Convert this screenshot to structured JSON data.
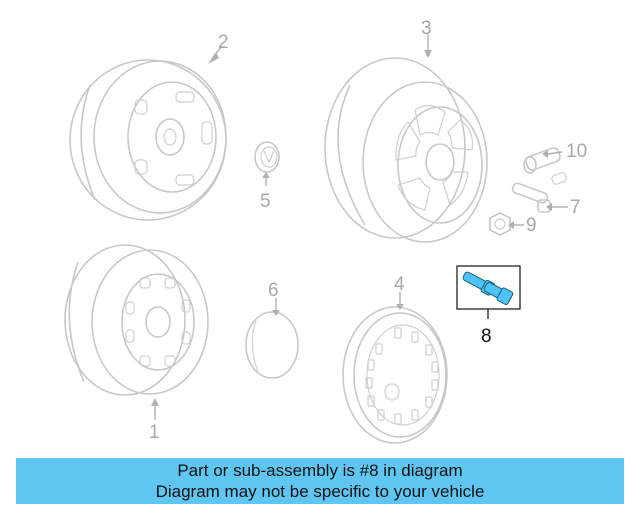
{
  "callouts": {
    "c1": "1",
    "c2": "2",
    "c3": "3",
    "c4": "4",
    "c5": "5",
    "c6": "6",
    "c7": "7",
    "c8": "8",
    "c9": "9",
    "c10": "10"
  },
  "highlight_part": "8",
  "colors": {
    "banner": "#5fc6f2",
    "highlight": "#4fc3f7",
    "parts": "#c8c8c8"
  },
  "banner": {
    "line1": "Part or sub-assembly is #8 in diagram",
    "line2": "Diagram may not be specific to your vehicle"
  }
}
